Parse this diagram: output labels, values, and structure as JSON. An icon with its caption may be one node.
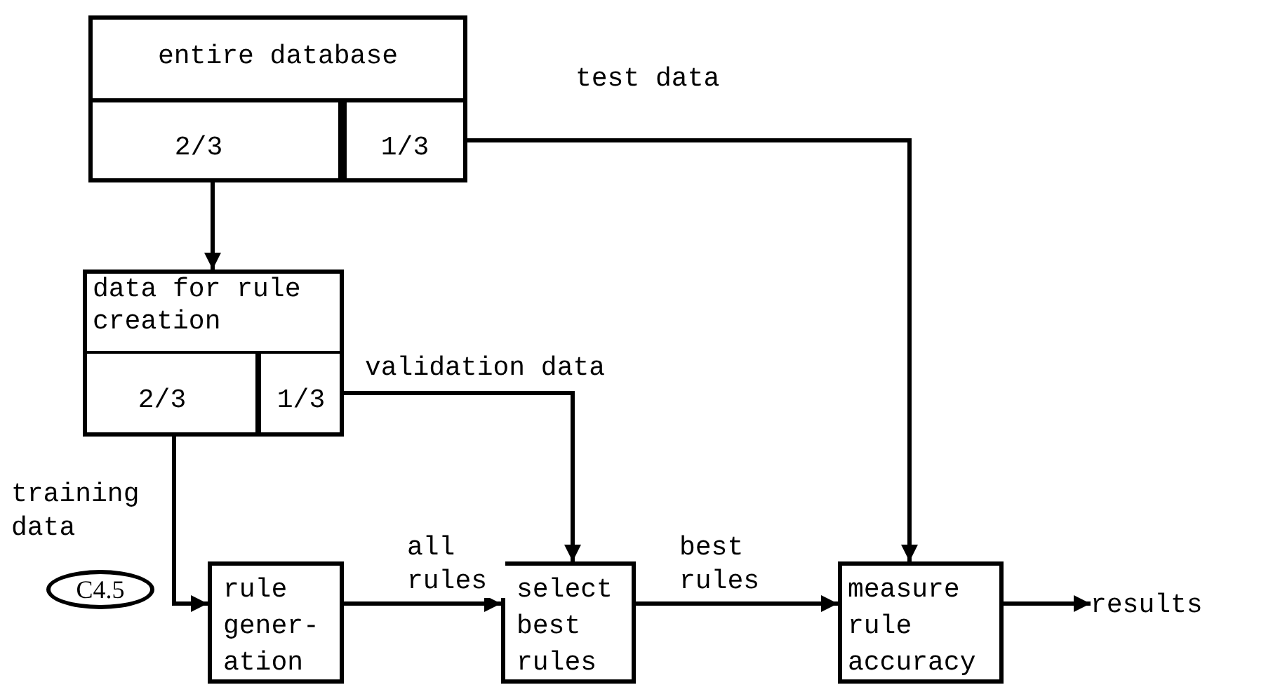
{
  "diagram": {
    "nodes": [
      {
        "text": [
          "entire database"
        ]
      },
      {
        "text": [
          "2/3"
        ],
        "in": 0
      },
      {
        "text": [
          "1/3"
        ],
        "in": 0
      },
      {
        "text": [
          "data for rule creation"
        ]
      },
      {
        "text": [
          "2/3"
        ],
        "in": 3
      },
      {
        "text": [
          "1/3"
        ],
        "in": 3
      },
      {
        "text": [
          "C4.5"
        ]
      },
      {
        "text": [
          "rule gener- ation"
        ]
      },
      {
        "text": [
          "select best rules"
        ]
      },
      {
        "text": [
          "measure rule accuracy"
        ]
      },
      {
        "text": [
          "results"
        ]
      }
    ],
    "edges": [
      {
        "from": 1,
        "to": 3,
        "arrow": "to"
      },
      {
        "from": 2,
        "to": 9,
        "arrow": "to",
        "label": "test data"
      },
      {
        "from": 5,
        "to": 8,
        "arrow": "to",
        "label": "validation data"
      },
      {
        "from": 4,
        "to": 7,
        "arrow": "to",
        "label": "training data"
      },
      {
        "from": 7,
        "to": 8,
        "arrow": "to",
        "label": "all rules"
      },
      {
        "from": 8,
        "to": 9,
        "arrow": "to",
        "label": "best rules"
      },
      {
        "from": 9,
        "to": 10,
        "arrow": "to"
      }
    ]
  }
}
